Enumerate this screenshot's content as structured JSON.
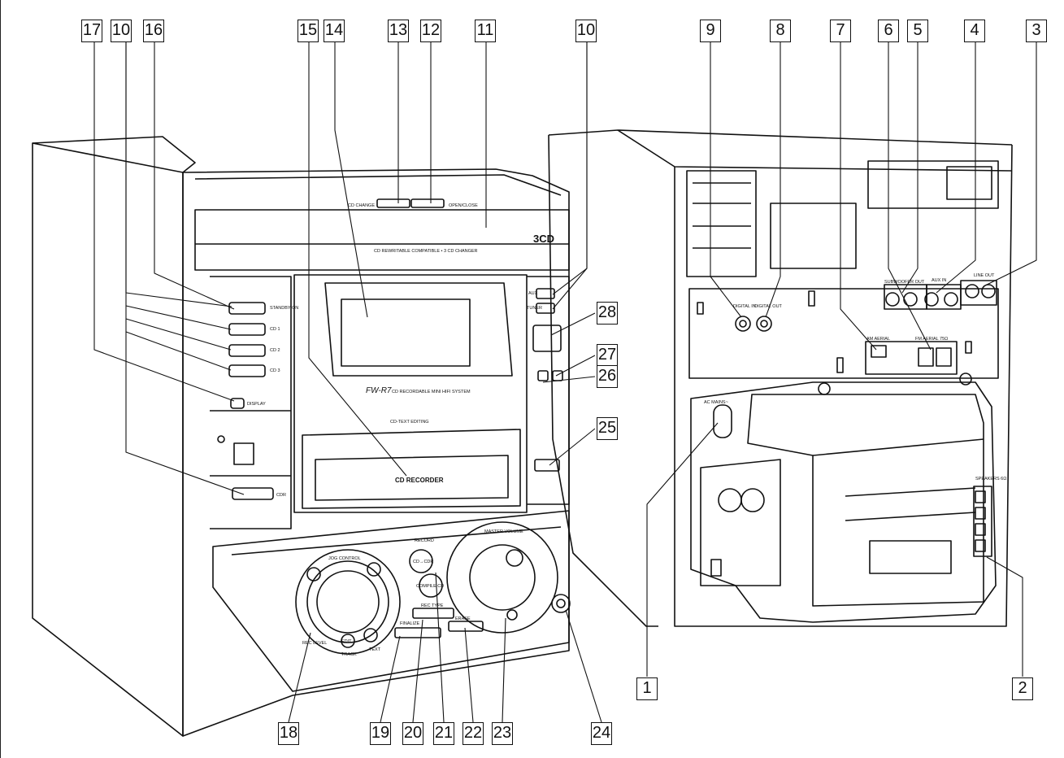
{
  "callouts": {
    "c1": "1",
    "c2": "2",
    "c3": "3",
    "c4": "4",
    "c5": "5",
    "c6": "6",
    "c7": "7",
    "c8": "8",
    "c9": "9",
    "c10a": "10",
    "c10b": "10",
    "c11": "11",
    "c12": "12",
    "c13": "13",
    "c14": "14",
    "c15": "15",
    "c16": "16",
    "c17": "17",
    "c18": "18",
    "c19": "19",
    "c20": "20",
    "c21": "21",
    "c22": "22",
    "c23": "23",
    "c24": "24",
    "c25": "25",
    "c26": "26",
    "c27": "27",
    "c28": "28"
  },
  "front_labels": {
    "cd_change": "CD CHANGE",
    "open_close": "OPEN/CLOSE",
    "changer_caption": "CD REWRITABLE COMPATIBLE • 3 CD CHANGER",
    "brand_3cd": "3CD",
    "standby_on": "STANDBY ON",
    "cd1": "CD 1",
    "cd2": "CD 2",
    "cd3": "CD 3",
    "display": "DISPLAY",
    "cdr": "CDR",
    "aux": "AUX",
    "tuner": "TUNER",
    "model": "FW-R7",
    "model_caption": "CD RECORDABLE MINI HIFI SYSTEM",
    "cd_text_editing": "CD-TEXT EDITING",
    "cd_recorder": "CD RECORDER",
    "jog_control": "JOG CONTROL",
    "record": "RECORD",
    "cd_to_cdr": "CD→CDR",
    "compile_cd": "COMPILE CD",
    "master_volume": "MASTER VOLUME",
    "finalize": "FINALIZE",
    "erase": "ERASE",
    "rec_type": "REC TYPE",
    "edit": "EDIT",
    "text": "TEXT",
    "track": "TRACK",
    "rec_level": "REC LEVEL"
  },
  "rear_labels": {
    "digital_in": "DIGITAL IN",
    "digital_out": "DIGITAL OUT",
    "subwoofer_out": "SUBWOOFER OUT",
    "aux_in": "AUX IN",
    "line_out": "LINE OUT",
    "am_aerial": "AM AERIAL",
    "fm_aerial": "FM AERIAL 75Ω",
    "ac_mains": "AC MAINS~",
    "speakers": "SPEAKERS 6Ω"
  }
}
